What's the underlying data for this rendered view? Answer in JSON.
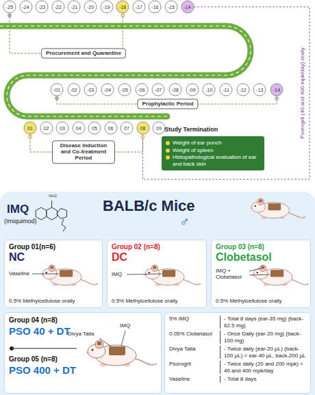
{
  "diagram": {
    "nodes": [
      {
        "text": [
          "-25"
        ]
      },
      {
        "text": [
          "-24"
        ]
      },
      {
        "text": [
          "-23"
        ]
      },
      {
        "text": [
          "-22"
        ]
      },
      {
        "text": [
          "-21"
        ]
      },
      {
        "text": [
          "-20"
        ]
      },
      {
        "text": [
          "-19"
        ]
      },
      {
        "text": [
          "-18"
        ]
      },
      {
        "text": [
          "-17"
        ]
      },
      {
        "text": [
          "-16"
        ]
      },
      {
        "text": [
          "-15"
        ]
      },
      {
        "text": [
          "-14"
        ]
      },
      {
        "text": [
          "-01"
        ]
      },
      {
        "text": [
          "-02"
        ]
      },
      {
        "text": [
          "-03"
        ]
      },
      {
        "text": [
          "-04"
        ]
      },
      {
        "text": [
          "-05"
        ]
      },
      {
        "text": [
          "-06"
        ]
      },
      {
        "text": [
          "-07"
        ]
      },
      {
        "text": [
          "-08"
        ]
      },
      {
        "text": [
          "-09"
        ]
      },
      {
        "text": [
          "-10"
        ]
      },
      {
        "text": [
          "-11"
        ]
      },
      {
        "text": [
          "-12"
        ]
      },
      {
        "text": [
          "-13"
        ]
      },
      {
        "text": [
          "-14"
        ]
      },
      {
        "text": [
          "01"
        ]
      },
      {
        "text": [
          "02"
        ]
      },
      {
        "text": [
          "03"
        ]
      },
      {
        "text": [
          "04"
        ]
      },
      {
        "text": [
          "05"
        ]
      },
      {
        "text": [
          "06"
        ]
      },
      {
        "text": [
          "07"
        ]
      },
      {
        "text": [
          "08"
        ]
      },
      {
        "text": [
          "09"
        ]
      },
      {
        "text": [
          "Procurement and Quarantine"
        ]
      },
      {
        "text": [
          "Prophylactic Period"
        ]
      },
      {
        "text": [
          "Disease Induction and Co-treatment Period"
        ]
      },
      {
        "text": [
          "Study Termination",
          "Weight of ear punch",
          "Weight of spleen",
          "Histopathological evaluation of ear and back skin"
        ]
      },
      {
        "text": [
          "IMQ",
          "(Imiquimod)",
          "BALB/c Mice",
          "♂"
        ]
      },
      {
        "text": [
          "Group 01(n=6)",
          "NC",
          "Vaseline",
          "0.5% Methylcellulose orally"
        ],
        "in": 39
      },
      {
        "text": [
          "Group 02 (n=8)",
          "DC",
          "IMQ",
          "0.5% Methylcellulose orally"
        ],
        "in": 39
      },
      {
        "text": [
          "Group 03 (n=8)",
          "Clobetasol",
          "IMQ + Clobetasol",
          "0.5% Methylcellulose orally"
        ],
        "in": 39
      },
      {
        "text": [
          "Group 04 (n=8)",
          "PSO 40 + DT",
          "Group 05 (n=8)",
          "PSO 400 + DT",
          "IMQ",
          "Divya Taila"
        ],
        "in": 39
      },
      {
        "text": [
          "5% IMQ",
          "- Total 8 days (ear-35 mg) (back-62.5 mg)",
          "0.05% Clobetasol",
          "- Once Daily (ear-20 mg) (back-100 mg)",
          "Divya Taila",
          "- Twice daily (ear-20 µL) (back-100 µL) = ear-40 µL, back-200 µL",
          "Psorogrit",
          "- Twice daily (20 and 200 mpk) = 40 and 400 mpk/day",
          "Vaseline",
          "- Total 8 days"
        ],
        "in": 39
      }
    ],
    "edges": [
      {
        "from": 0,
        "to": 35,
        "arrow": "none"
      },
      {
        "from": 7,
        "to": 35,
        "arrow": "none"
      },
      {
        "from": 12,
        "to": 36,
        "arrow": "none"
      },
      {
        "from": 25,
        "to": 36,
        "arrow": "none"
      },
      {
        "from": 26,
        "to": 37,
        "arrow": "none"
      },
      {
        "from": 33,
        "to": 37,
        "arrow": "none"
      },
      {
        "from": 11,
        "to": 33,
        "label": "Psorogrit (40 and 400 mpk/day) orally",
        "arrow": "none"
      }
    ],
    "labels": [
      "NH2"
    ]
  }
}
